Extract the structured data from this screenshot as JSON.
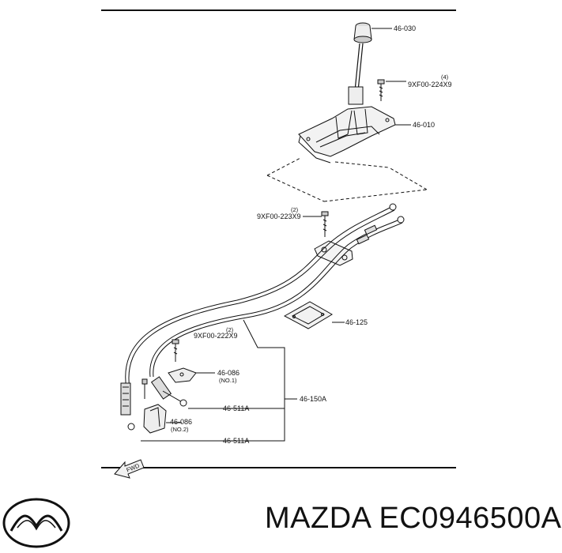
{
  "diagram": {
    "callouts": {
      "knob": "46-030",
      "bolt_top": "9XF00-224X9",
      "bolt_top_qty": "(4)",
      "shifter": "46-010",
      "bolt_mid": "9XF00-223X9",
      "bolt_mid_qty": "(2)",
      "gasket": "46-125",
      "bolt_low": "9XF00-222X9",
      "bolt_low_qty": "(2)",
      "bracket1": "46-086",
      "bracket1_note": "(NO.1)",
      "cable_set": "46-150A",
      "cable_upper": "46-511A",
      "bracket2": "46-086",
      "bracket2_note": "(NO.2)",
      "cable_lower": "46-511A",
      "fwd": "FWD"
    }
  },
  "footer": {
    "brand_text": "MAZDA EC0946500A",
    "logo_icon": "mazda-logo-icon"
  },
  "colors": {
    "line": "#111111",
    "background": "#ffffff"
  }
}
